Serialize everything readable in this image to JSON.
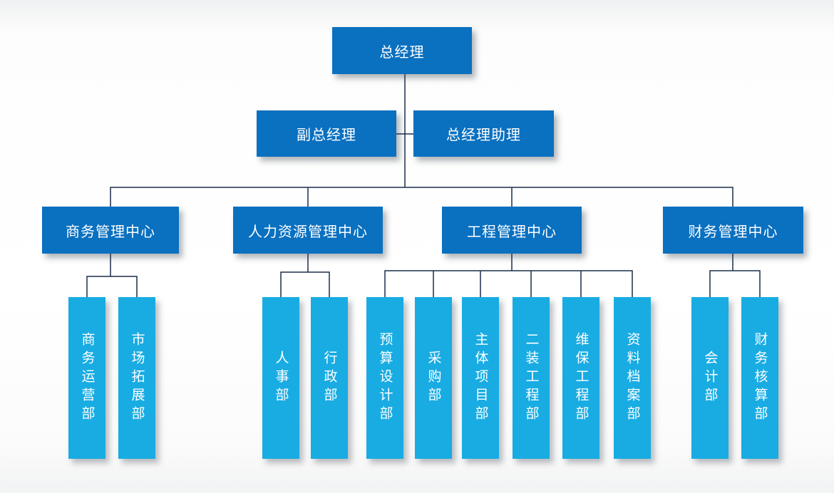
{
  "org": {
    "root": {
      "label": "总经理"
    },
    "level2": [
      {
        "label": "副总经理"
      },
      {
        "label": "总经理助理"
      }
    ],
    "centers": [
      {
        "label": "商务管理中心",
        "departments": [
          {
            "label": "商务运营部"
          },
          {
            "label": "市场拓展部"
          }
        ]
      },
      {
        "label": "人力资源管理中心",
        "departments": [
          {
            "label": "人事部"
          },
          {
            "label": "行政部"
          }
        ]
      },
      {
        "label": "工程管理中心",
        "departments": [
          {
            "label": "预算设计部"
          },
          {
            "label": "采购部"
          },
          {
            "label": "主体项目部"
          },
          {
            "label": "二装工程部"
          },
          {
            "label": "维保工程部"
          },
          {
            "label": "资料档案部"
          }
        ]
      },
      {
        "label": "财务管理中心",
        "departments": [
          {
            "label": "会计部"
          },
          {
            "label": "财务核算部"
          }
        ]
      }
    ],
    "colors": {
      "primary_box": "#0a70c0",
      "department_box": "#18ace3",
      "connector_line": "#1c2e4a",
      "box_text": "#ffffff"
    }
  }
}
